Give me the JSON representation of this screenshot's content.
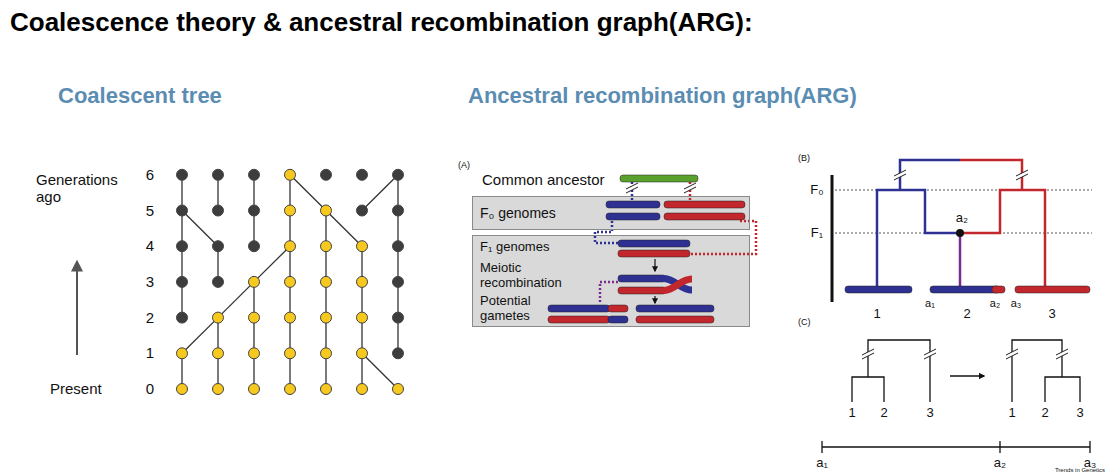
{
  "diagram": {
    "title": "Coalescence theory & ancestral recombination graph(ARG):",
    "nodes": [
      {
        "text": [
          "F₀ genomes"
        ]
      },
      {
        "text": [
          "F₁ genomes",
          "Meiotic recombination",
          "Potential gametes"
        ]
      }
    ],
    "labels": [
      "Coalescent tree",
      "Ancestral recombination graph(ARG)",
      "Generations ago",
      "Present",
      "6",
      "5",
      "4",
      "3",
      "2",
      "1",
      "0",
      "(A)",
      "Common ancestor",
      "(B)",
      "F₀",
      "F₁",
      "a₂",
      "1",
      "2",
      "3",
      "a₁",
      "a₂",
      "a₃",
      "(C)",
      "1",
      "2",
      "3",
      "1",
      "2",
      "3",
      "a₁",
      "a₂",
      "a₃",
      "Trends in Genetics"
    ]
  }
}
